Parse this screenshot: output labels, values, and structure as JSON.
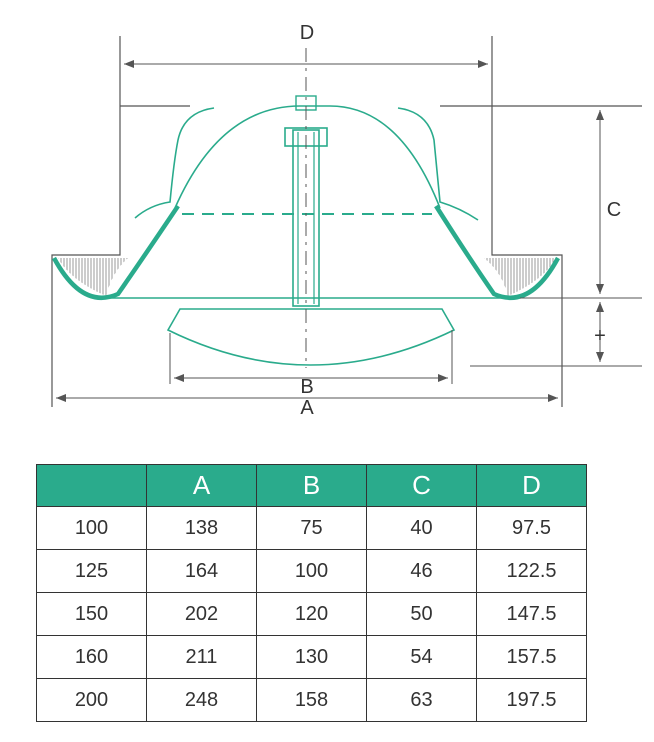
{
  "colors": {
    "accent": "#2aab8c",
    "line": "#555555",
    "text": "#333333"
  },
  "diagram": {
    "labels": {
      "a": "A",
      "b": "B",
      "c": "C",
      "d": "D",
      "plus": "+"
    }
  },
  "table": {
    "headers": [
      "",
      "A",
      "B",
      "C",
      "D"
    ],
    "rows": [
      [
        "100",
        "138",
        "75",
        "40",
        "97.5"
      ],
      [
        "125",
        "164",
        "100",
        "46",
        "122.5"
      ],
      [
        "150",
        "202",
        "120",
        "50",
        "147.5"
      ],
      [
        "160",
        "211",
        "130",
        "54",
        "157.5"
      ],
      [
        "200",
        "248",
        "158",
        "63",
        "197.5"
      ]
    ]
  }
}
